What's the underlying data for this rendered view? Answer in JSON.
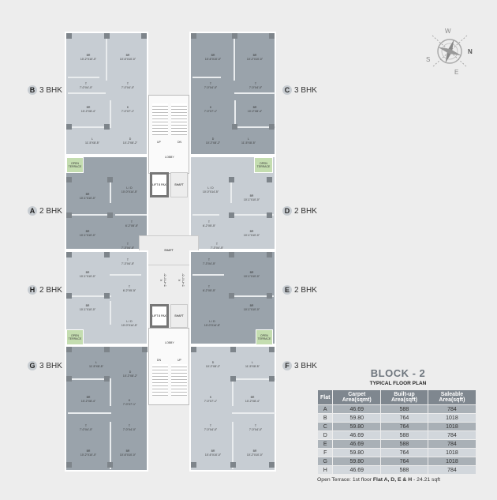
{
  "compass": {
    "directions": [
      "W",
      "N",
      "E",
      "S"
    ]
  },
  "flat_labels": [
    {
      "letter": "B",
      "text": "3 BHK"
    },
    {
      "letter": "C",
      "text": "3 BHK"
    },
    {
      "letter": "A",
      "text": "2 BHK"
    },
    {
      "letter": "D",
      "text": "2 BHK"
    },
    {
      "letter": "H",
      "text": "2 BHK"
    },
    {
      "letter": "E",
      "text": "2 BHK"
    },
    {
      "letter": "G",
      "text": "3 BHK"
    },
    {
      "letter": "F",
      "text": "3 BHK"
    }
  ],
  "rooms": {
    "B": [
      {
        "name": "BR",
        "dim": "10'-2\"X10'-0\""
      },
      {
        "name": "BR",
        "dim": "10'-6\"X10'-0\""
      },
      {
        "name": "T",
        "dim": "7'-0\"X4'-0\""
      },
      {
        "name": "T",
        "dim": "7'-0\"X4'-0\""
      },
      {
        "name": "BR",
        "dim": "10'-2\"X8'-4\""
      },
      {
        "name": "K",
        "dim": "7'-0\"X7'-1\""
      },
      {
        "name": "L",
        "dim": "11'-5\"X8'-5\""
      },
      {
        "name": "D",
        "dim": "10'-2\"X8'-2\""
      }
    ],
    "C": [
      {
        "name": "BR",
        "dim": "10'-6\"X10'-0\""
      },
      {
        "name": "BR",
        "dim": "10'-2\"X10'-0\""
      },
      {
        "name": "T",
        "dim": "7'-0\"X4'-0\""
      },
      {
        "name": "T",
        "dim": "7'-0\"X4'-0\""
      },
      {
        "name": "K",
        "dim": "7'-0\"X7'-1\""
      },
      {
        "name": "BR",
        "dim": "10'-2\"X8'-4\""
      },
      {
        "name": "D",
        "dim": "10'-2\"X8'-2\""
      },
      {
        "name": "L",
        "dim": "11'-5\"X8'-5\""
      }
    ],
    "A": [
      {
        "name": "L / D",
        "dim": "10'-0\"X14'-5\""
      },
      {
        "name": "BR",
        "dim": "10'-1\"X10'-0\""
      },
      {
        "name": "T",
        "dim": "6'-2\"X5'-5\""
      },
      {
        "name": "BR",
        "dim": "10'-1\"X10'-0\""
      },
      {
        "name": "T",
        "dim": "7'-3\"X4'-5\""
      }
    ],
    "D": [
      {
        "name": "L / D",
        "dim": "10'-0\"X14'-5\""
      },
      {
        "name": "BR",
        "dim": "10'-1\"X10'-0\""
      },
      {
        "name": "T",
        "dim": "6'-2\"X5'-5\""
      },
      {
        "name": "BR",
        "dim": "10'-1\"X10'-0\""
      },
      {
        "name": "T",
        "dim": "7'-3\"X4'-5\""
      }
    ],
    "H": [
      {
        "name": "T",
        "dim": "7'-3\"X4'-5\""
      },
      {
        "name": "BR",
        "dim": "10'-1\"X10'-0\""
      },
      {
        "name": "T",
        "dim": "6'-2\"X5'-5\""
      },
      {
        "name": "K",
        "dim": "5'-4\"X7'-5\""
      },
      {
        "name": "BR",
        "dim": "10'-1\"X10'-0\""
      },
      {
        "name": "L / D",
        "dim": "10'-0\"X14'-5\""
      }
    ],
    "E": [
      {
        "name": "T",
        "dim": "7'-3\"X4'-5\""
      },
      {
        "name": "BR",
        "dim": "10'-1\"X10'-0\""
      },
      {
        "name": "T",
        "dim": "6'-2\"X5'-5\""
      },
      {
        "name": "K",
        "dim": "5'-4\"X7'-5\""
      },
      {
        "name": "BR",
        "dim": "10'-1\"X10'-0\""
      },
      {
        "name": "L / D",
        "dim": "10'-0\"X14'-5\""
      }
    ],
    "G": [
      {
        "name": "L",
        "dim": "11'-5\"X8'-5\""
      },
      {
        "name": "D",
        "dim": "10'-2\"X8'-2\""
      },
      {
        "name": "BR",
        "dim": "10'-2\"X8'-4\""
      },
      {
        "name": "K",
        "dim": "7'-0\"X7'-1\""
      },
      {
        "name": "T",
        "dim": "7'-0\"X4'-0\""
      },
      {
        "name": "T",
        "dim": "7'-0\"X4'-0\""
      },
      {
        "name": "BR",
        "dim": "10'-2\"X10'-0\""
      },
      {
        "name": "BR",
        "dim": "10'-6\"X10'-0\""
      }
    ],
    "F": [
      {
        "name": "D",
        "dim": "10'-2\"X8'-2\""
      },
      {
        "name": "L",
        "dim": "11'-5\"X8'-5\""
      },
      {
        "name": "K",
        "dim": "7'-0\"X7'-1\""
      },
      {
        "name": "BR",
        "dim": "10'-2\"X8'-4\""
      },
      {
        "name": "T",
        "dim": "7'-0\"X4'-0\""
      },
      {
        "name": "T",
        "dim": "7'-0\"X4'-0\""
      },
      {
        "name": "BR",
        "dim": "10'-6\"X10'-0\""
      },
      {
        "name": "BR",
        "dim": "10'-2\"X10'-0\""
      }
    ]
  },
  "terrace_label": "OPEN TERRACE",
  "core": {
    "top": {
      "up": "UP",
      "dn": "DN",
      "lobby": "LOBBY",
      "lift": "LIFT 8 PAX",
      "shaft": "SHAFT"
    },
    "bottom": {
      "up": "UP",
      "dn": "DN",
      "lobby": "LOBBY",
      "lift": "LIFT 8 PAX",
      "shaft": "SHAFT"
    },
    "center_shaft": "SHAFT"
  },
  "block": {
    "title": "BLOCK - 2",
    "subtitle": "TYPICAL FLOOR PLAN",
    "columns": [
      "Flat",
      "Carpet Area(sqmt)",
      "Built-up Area(sqft)",
      "Saleable Area(sqft)"
    ],
    "rows": [
      [
        "A",
        "46.69",
        "588",
        "784"
      ],
      [
        "B",
        "59.80",
        "764",
        "1018"
      ],
      [
        "C",
        "59.80",
        "764",
        "1018"
      ],
      [
        "D",
        "46.69",
        "588",
        "784"
      ],
      [
        "E",
        "46.69",
        "588",
        "784"
      ],
      [
        "F",
        "59.80",
        "764",
        "1018"
      ],
      [
        "G",
        "59.80",
        "764",
        "1018"
      ],
      [
        "H",
        "46.69",
        "588",
        "784"
      ]
    ],
    "note_prefix": "Open Terrace: 1st floor ",
    "note_bold": "Flat A, D, E & H",
    "note_suffix": " - 24.21 sqft"
  }
}
